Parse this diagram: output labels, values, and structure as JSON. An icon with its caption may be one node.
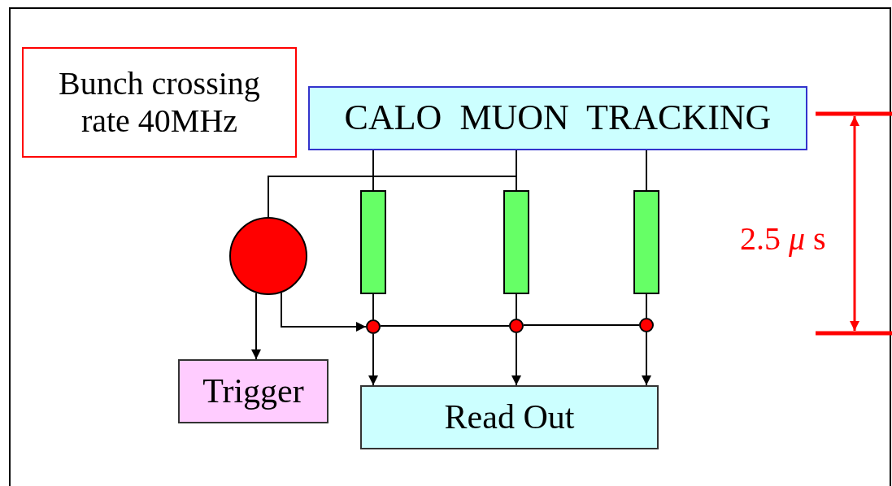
{
  "diagram": {
    "nodes": [
      {
        "text": [
          "Bunch crossing rate 40MHz"
        ]
      },
      {
        "text": [
          "CALO  MUON  TRACKING"
        ]
      },
      {
        "text": [],
        "shape": "circle"
      },
      {
        "text": [],
        "shape": "bar"
      },
      {
        "text": [],
        "shape": "bar"
      },
      {
        "text": [],
        "shape": "bar"
      },
      {
        "text": [],
        "shape": "circle"
      },
      {
        "text": [],
        "shape": "circle"
      },
      {
        "text": [],
        "shape": "circle"
      },
      {
        "text": [
          "Trigger"
        ]
      },
      {
        "text": [
          "Read Out"
        ]
      }
    ],
    "edges": [
      {
        "from": 1,
        "to": 3,
        "arrow": "none"
      },
      {
        "from": 1,
        "to": 4,
        "arrow": "none"
      },
      {
        "from": 1,
        "to": 5,
        "arrow": "none"
      },
      {
        "from": 1,
        "to": 2,
        "arrow": "none"
      },
      {
        "from": 3,
        "to": 6,
        "arrow": "none"
      },
      {
        "from": 4,
        "to": 7,
        "arrow": "none"
      },
      {
        "from": 5,
        "to": 8,
        "arrow": "none"
      },
      {
        "from": 2,
        "to": 9,
        "arrow": "to"
      },
      {
        "from": 2,
        "to": 6,
        "arrow": "to"
      },
      {
        "from": 6,
        "to": 7,
        "arrow": "none"
      },
      {
        "from": 7,
        "to": 8,
        "arrow": "none"
      },
      {
        "from": 6,
        "to": 10,
        "arrow": "to"
      },
      {
        "from": 7,
        "to": 10,
        "arrow": "to"
      },
      {
        "from": 8,
        "to": 10,
        "arrow": "to"
      }
    ],
    "labels": [
      "2.5 *μ* s"
    ]
  }
}
